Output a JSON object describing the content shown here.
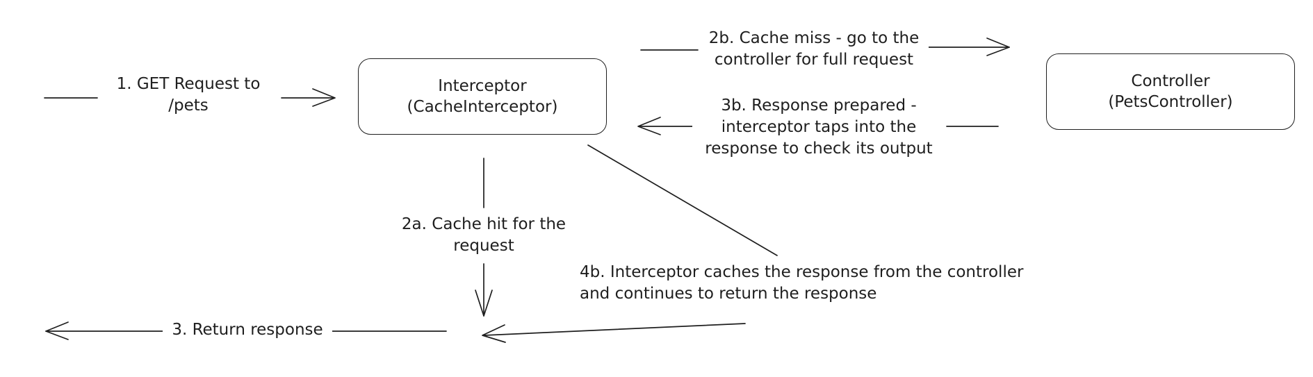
{
  "nodes": {
    "interceptor": {
      "line1": "Interceptor",
      "line2": "(CacheInterceptor)"
    },
    "controller": {
      "line1": "Controller",
      "line2": "(PetsController)"
    }
  },
  "edges": {
    "step1": {
      "line1": "1. GET Request to",
      "line2": "/pets"
    },
    "step2b": {
      "line1": "2b. Cache miss - go to the",
      "line2": "controller for full request"
    },
    "step3b": {
      "line1": "3b. Response prepared -",
      "line2": "interceptor taps into the",
      "line3": "response to check its output"
    },
    "step2a": {
      "line1": "2a. Cache hit for the",
      "line2": "request"
    },
    "step4b": {
      "line1": "4b. Interceptor caches the response from the controller",
      "line2": "and continues to return the response"
    },
    "step3": {
      "line1": "3. Return response"
    }
  },
  "colors": {
    "stroke": "#1e1e1e",
    "background": "#ffffff"
  }
}
